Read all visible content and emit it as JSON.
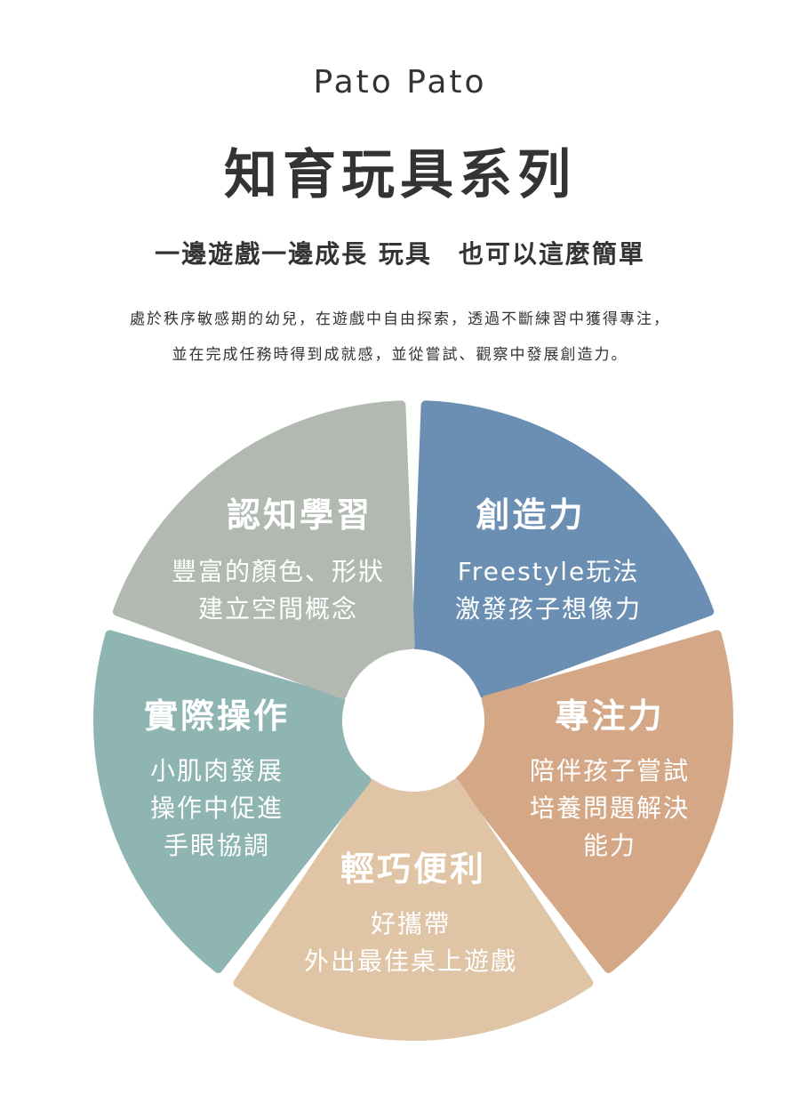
{
  "header": {
    "brand": "Pato Pato",
    "title": "知育玩具系列",
    "subtitle": "一邊遊戲一邊成長 玩具　也可以這麼簡單",
    "description_lines": [
      "處於秩序敏感期的幼兒，在遊戲中自由探索，透過不斷練習中獲得專注，",
      "並在完成任務時得到成就感，並從嘗試、觀察中發展創造力。"
    ]
  },
  "wheel": {
    "segments": [
      {
        "key": "cognitive",
        "color": "#6b8fb3",
        "title": "認知學習",
        "lines": [
          "豐富的顏色、形狀",
          "建立空間概念"
        ]
      },
      {
        "key": "creativity",
        "color": "#d4a887",
        "title": "創造力",
        "lines": [
          "Freestyle玩法",
          "激發孩子想像力"
        ]
      },
      {
        "key": "focus",
        "color": "#e0c4a6",
        "title": "專注力",
        "lines": [
          "陪伴孩子嘗試",
          "培養問題解決",
          "能力"
        ]
      },
      {
        "key": "portable",
        "color": "#8fb5b3",
        "title": "輕巧便利",
        "lines": [
          "好攜帶",
          "外出最佳桌上遊戲"
        ]
      },
      {
        "key": "hands-on",
        "color": "#b1b9b1",
        "title": "實際操作",
        "lines": [
          "小肌肉發展",
          "操作中促進",
          "手眼協調"
        ]
      }
    ]
  }
}
